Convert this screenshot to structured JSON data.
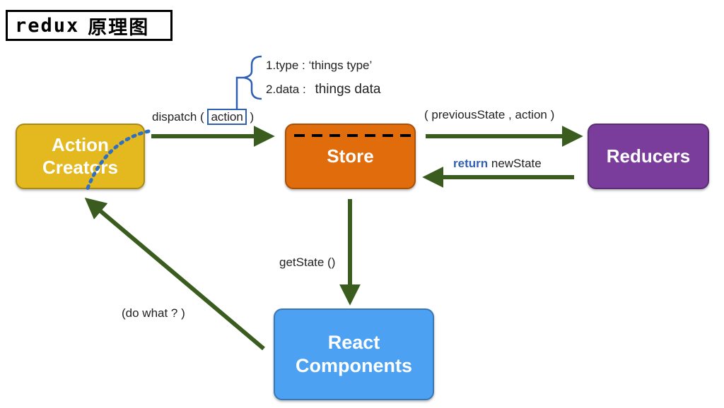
{
  "title": {
    "en": "redux",
    "zh": "原理图"
  },
  "nodes": {
    "action_creators": {
      "line1": "Action",
      "line2": "Creators"
    },
    "store": {
      "label": "Store"
    },
    "reducers": {
      "label": "Reducers"
    },
    "react_components": {
      "line1": "React",
      "line2": "Components"
    }
  },
  "edges": {
    "dispatch": {
      "prefix": "dispatch (",
      "highlight": "action",
      "suffix": ")"
    },
    "to_reducers": "( previousState , action )",
    "from_reducers": {
      "keyword": "return",
      "rest": "newState"
    },
    "get_state": "getState ()",
    "do_what": "(do what ? )"
  },
  "action_fields": {
    "item1": "1.type : ‘things type’",
    "item2_key": "2.data :",
    "item2_value": "things data"
  },
  "colors": {
    "arrow": "#3a5d1f",
    "action_creators": "#e3b91f",
    "store": "#e06c0c",
    "reducers": "#7a3d9c",
    "react_components": "#4da1f2",
    "accent_blue": "#2f5fb3"
  }
}
